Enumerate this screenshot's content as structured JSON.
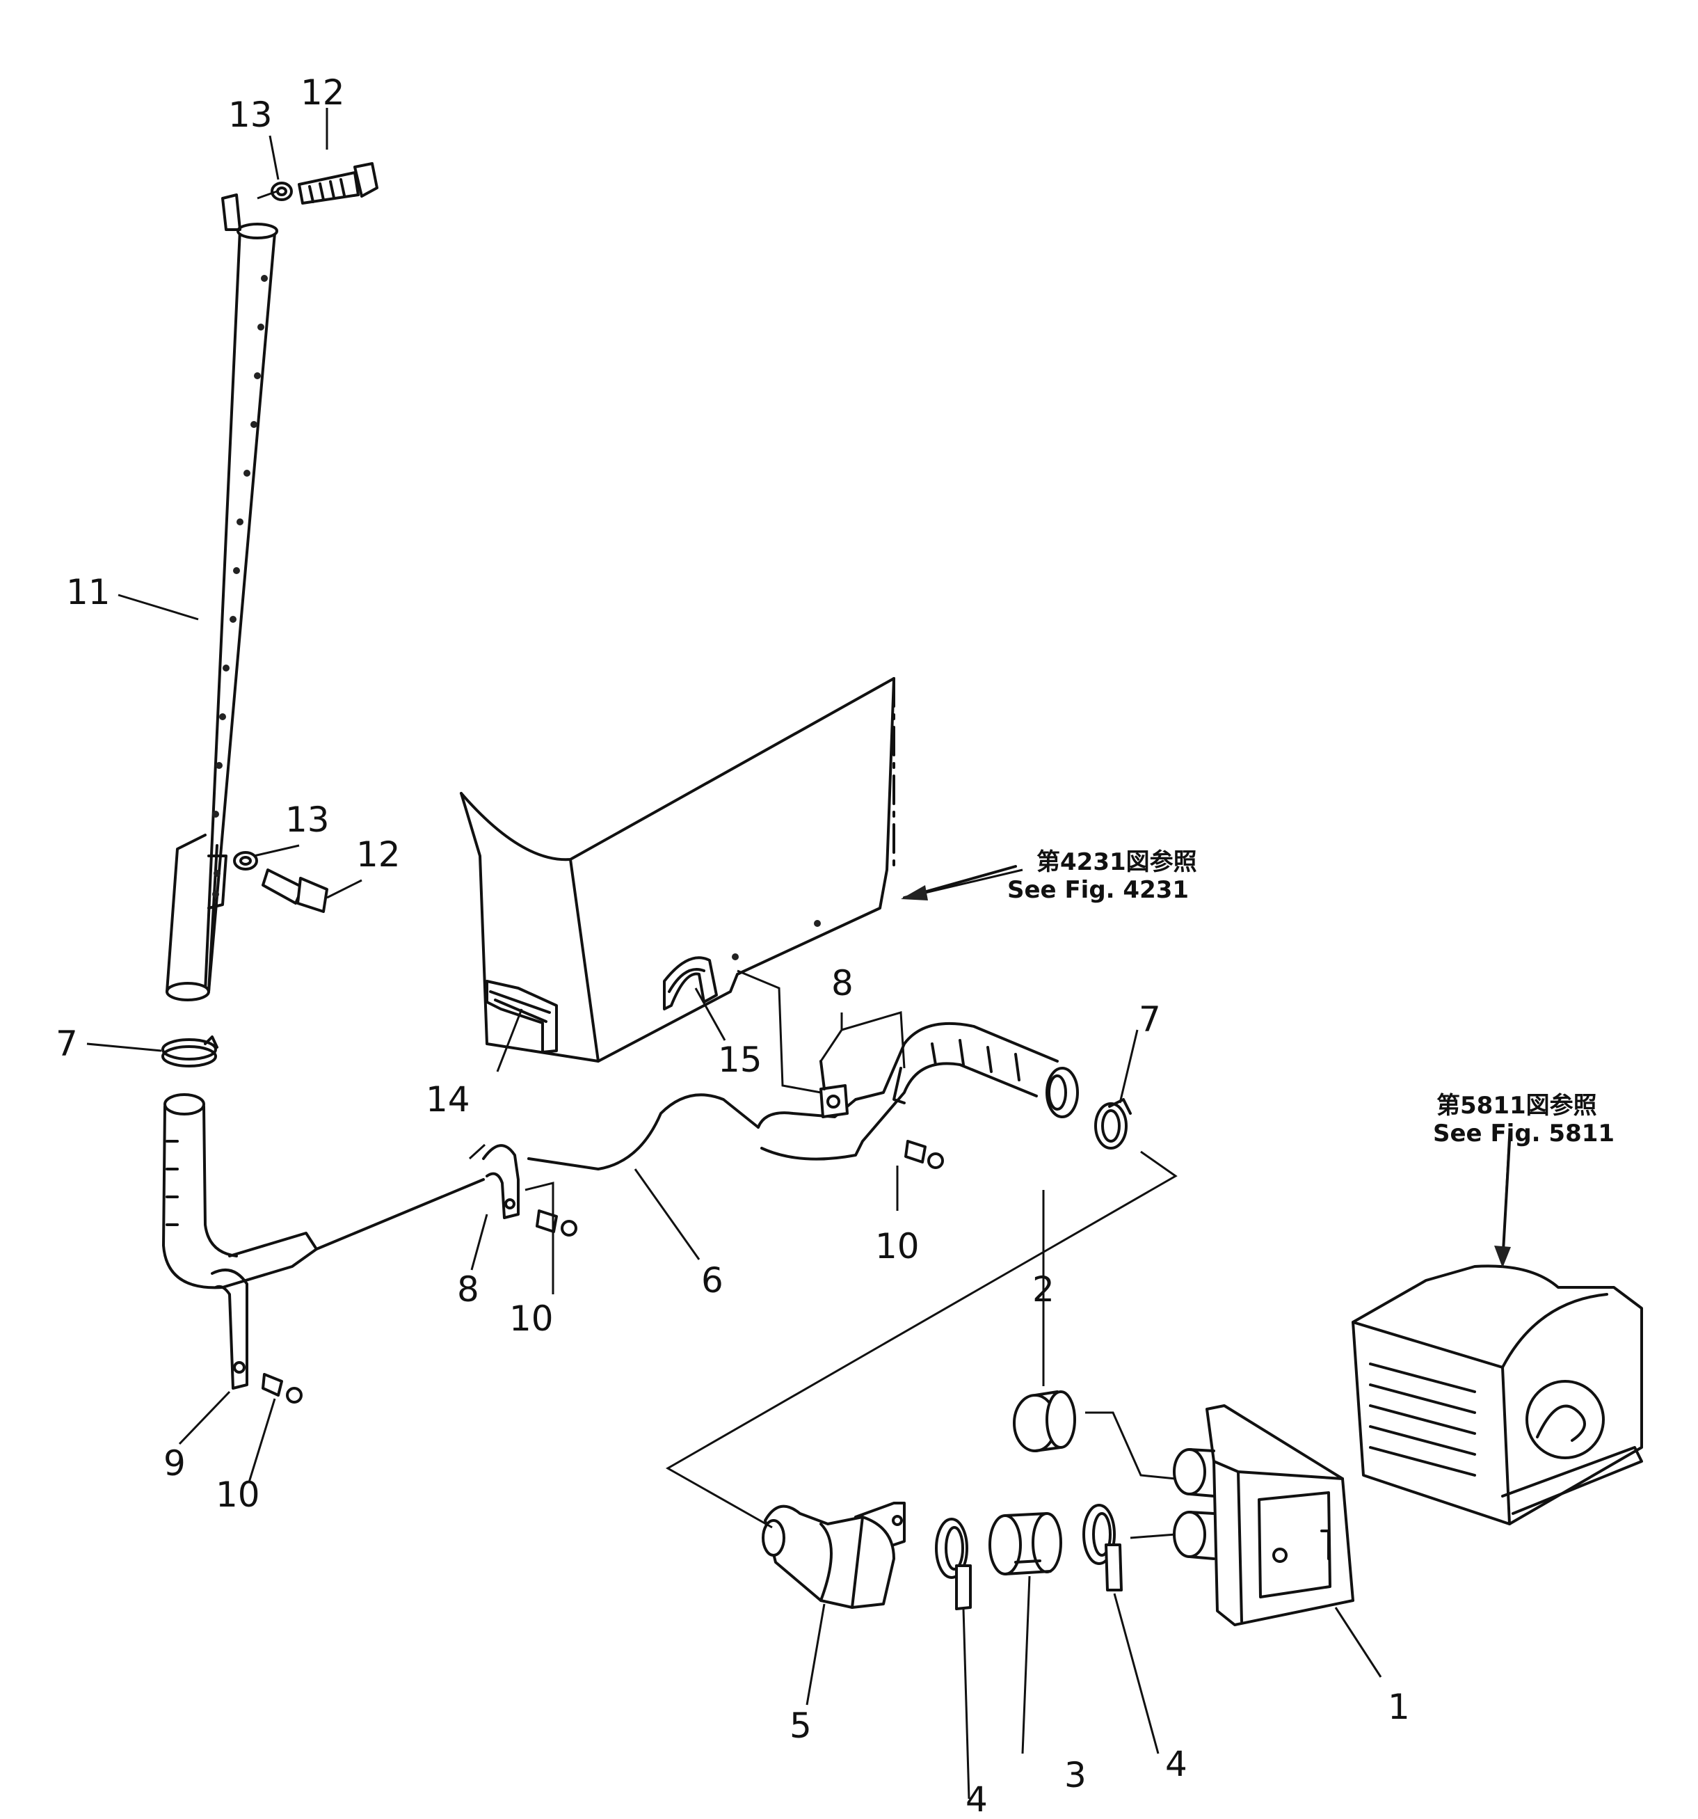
{
  "callouts": [
    "1",
    "2",
    "3",
    "4",
    "5",
    "6",
    "7",
    "8",
    "9",
    "10",
    "11",
    "12",
    "13",
    "14",
    "15"
  ],
  "labels": {
    "l11": "11",
    "l12a": "12",
    "l13a": "13",
    "l12b": "12",
    "l13b": "13",
    "l7a": "7",
    "l7b": "7",
    "l8a": "8",
    "l8b": "8",
    "l6": "6",
    "l10a": "10",
    "l10b": "10",
    "l10c": "10",
    "l9": "9",
    "l14": "14",
    "l15": "15",
    "l2": "2",
    "l1": "1",
    "l3": "3",
    "l4a": "4",
    "l4b": "4",
    "l5": "5"
  },
  "refs": {
    "r4231_jp": "第4231図参照",
    "r4231_en": "See Fig. 4231",
    "r5811_jp": "第5811図参照",
    "r5811_en": "See Fig. 5811"
  }
}
